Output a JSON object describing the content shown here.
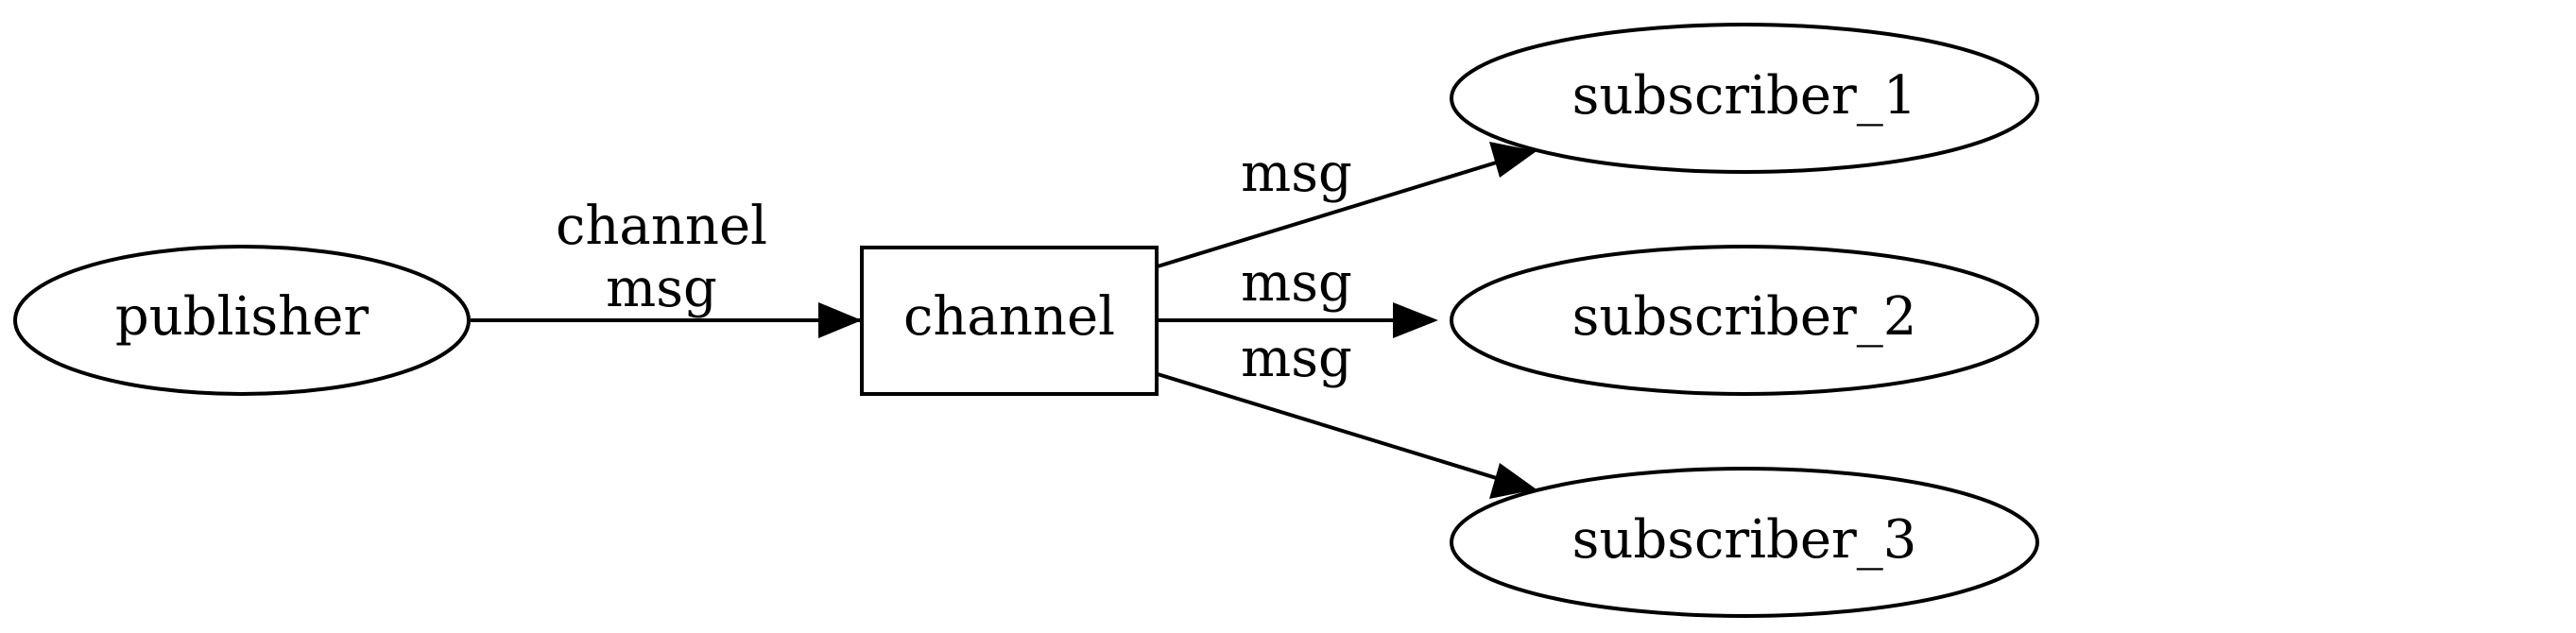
{
  "nodes": {
    "publisher": {
      "label": "publisher",
      "shape": "ellipse"
    },
    "channel": {
      "label": "channel",
      "shape": "box"
    },
    "subscriber_1": {
      "label": "subscriber_1",
      "shape": "ellipse"
    },
    "subscriber_2": {
      "label": "subscriber_2",
      "shape": "ellipse"
    },
    "subscriber_3": {
      "label": "subscriber_3",
      "shape": "ellipse"
    }
  },
  "edges": {
    "publisher_channel": {
      "from": "publisher",
      "to": "channel",
      "label_line1": "channel",
      "label_line2": "msg"
    },
    "channel_subscriber_1": {
      "from": "channel",
      "to": "subscriber_1",
      "label": "msg"
    },
    "channel_subscriber_2": {
      "from": "channel",
      "to": "subscriber_2",
      "label": "msg"
    },
    "channel_subscriber_3": {
      "from": "channel",
      "to": "subscriber_3",
      "label": "msg"
    }
  },
  "colors": {
    "stroke": "#000000",
    "background": "#ffffff"
  }
}
